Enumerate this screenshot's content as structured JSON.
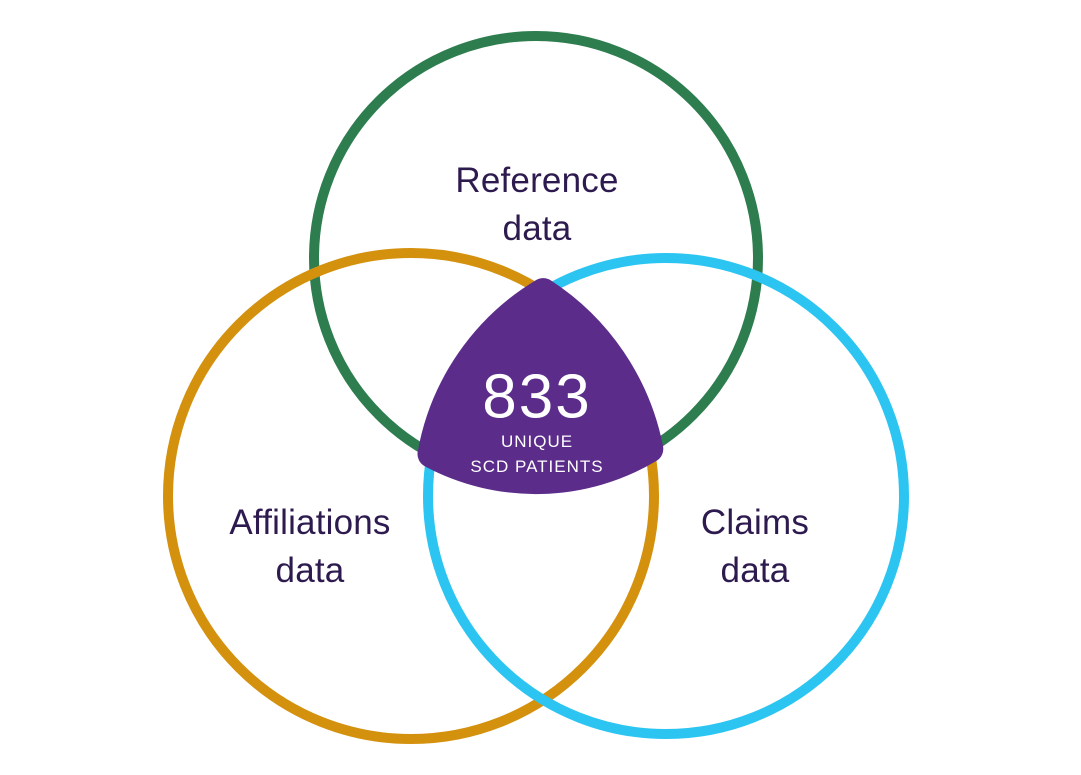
{
  "diagram": {
    "type": "venn-3-set",
    "sets": [
      {
        "name": "Reference data",
        "line1": "Reference",
        "line2": "data",
        "color": "#2e7d4f"
      },
      {
        "name": "Affiliations data",
        "line1": "Affiliations",
        "line2": "data",
        "color": "#d4910e"
      },
      {
        "name": "Claims data",
        "line1": "Claims",
        "line2": "data",
        "color": "#2cc5f2"
      }
    ],
    "intersection": {
      "value": "833",
      "label_line1": "UNIQUE",
      "label_line2": "SCD PATIENTS",
      "color": "#5b2c8a"
    },
    "text_color": "#2d1a4e",
    "background": "#ffffff"
  }
}
